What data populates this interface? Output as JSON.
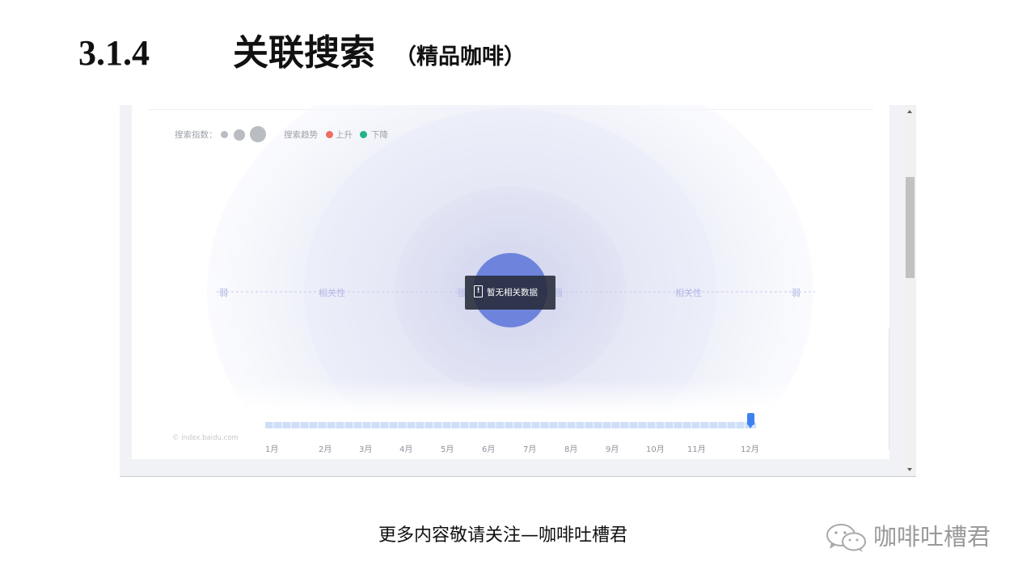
{
  "title": {
    "number": "3.1.4",
    "main": "关联搜索",
    "sub": "（精品咖啡）"
  },
  "legend": {
    "index_label": "搜索指数：",
    "trend_label": "搜索趋势",
    "up_label": "上升",
    "down_label": "下降",
    "up_color": "#ee6f61",
    "down_color": "#23b38b",
    "dot_color": "#b9bcc1"
  },
  "axis": {
    "left_outer": "弱",
    "left_mid": "相关性",
    "left_inner": "强",
    "right_inner": "强",
    "right_mid": "相关性",
    "right_outer": "弱"
  },
  "nodata": {
    "icon": "document-alert-icon",
    "text": "暂无相关数据"
  },
  "timeline": {
    "months": [
      "1月",
      "2月",
      "3月",
      "4月",
      "5月",
      "6月",
      "7月",
      "8月",
      "9月",
      "10月",
      "11月",
      "12月"
    ],
    "selected_month": "12月",
    "handle_color": "#3d82f0",
    "watermark": "© index.baidu.com"
  },
  "colors": {
    "center_bubble": "#6d83dc",
    "ring": "#dfe1f3"
  },
  "toolbar": {
    "items": [
      "comment-icon",
      "share-icon",
      "star-icon",
      "help-icon",
      "back-to-top-icon"
    ]
  },
  "footer": {
    "text": "更多内容敬请关注—咖啡吐槽君",
    "brand": "咖啡吐槽君",
    "brand_icon": "wechat-icon"
  }
}
